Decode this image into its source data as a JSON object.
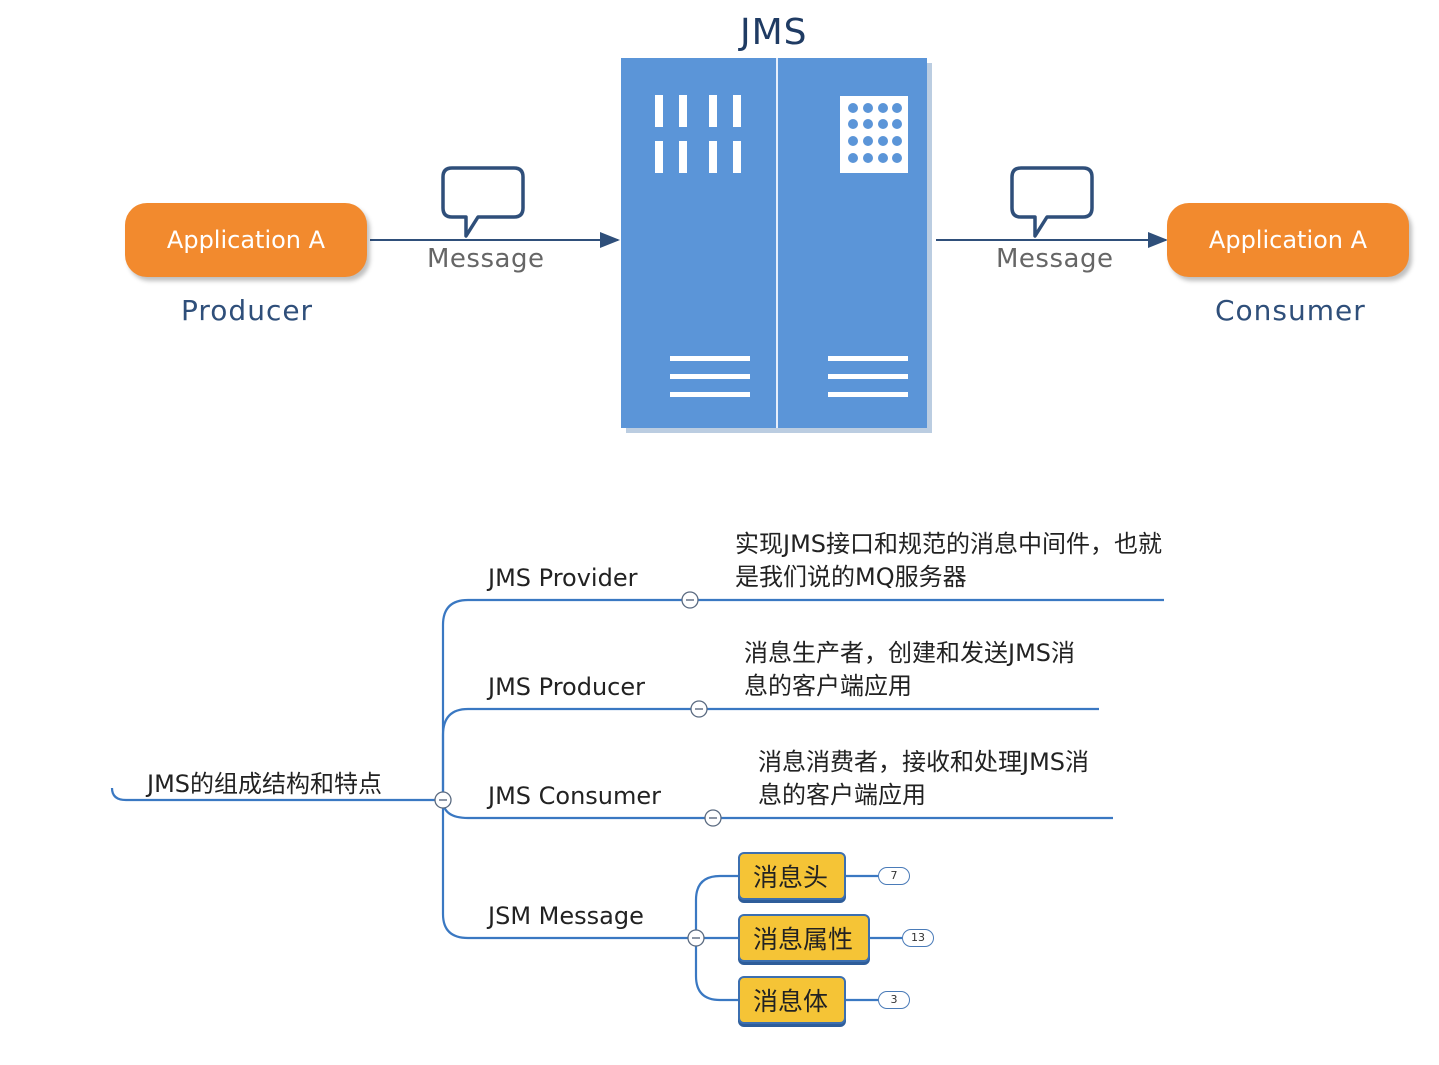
{
  "top_diagram": {
    "title": "JMS",
    "producer": {
      "app_label": "Application  A",
      "role": "Producer"
    },
    "consumer": {
      "app_label": "Application  A",
      "role": "Consumer"
    },
    "message_left": "Message",
    "message_right": "Message",
    "colors": {
      "app_box": "#f28a2e",
      "server": "#5b95d8",
      "arrow": "#2f4f7a"
    }
  },
  "mind_map": {
    "root": "JMS的组成结构和特点",
    "branches": [
      {
        "label": "JMS Provider",
        "description": "实现JMS接口和规范的消息中间件，也就是我们说的MQ服务器"
      },
      {
        "label": "JMS Producer",
        "description": "消息生产者，创建和发送JMS消息的客户端应用"
      },
      {
        "label": "JMS Consumer",
        "description": "消息消费者，接收和处理JMS消息的客户端应用"
      },
      {
        "label": "JSM Message",
        "description": ""
      }
    ],
    "message_parts": [
      {
        "label": "消息头",
        "count": "7"
      },
      {
        "label": "消息属性",
        "count": "13"
      },
      {
        "label": "消息体",
        "count": "3"
      }
    ],
    "colors": {
      "line": "#3a78c2",
      "node_fill": "#f5c436"
    }
  }
}
